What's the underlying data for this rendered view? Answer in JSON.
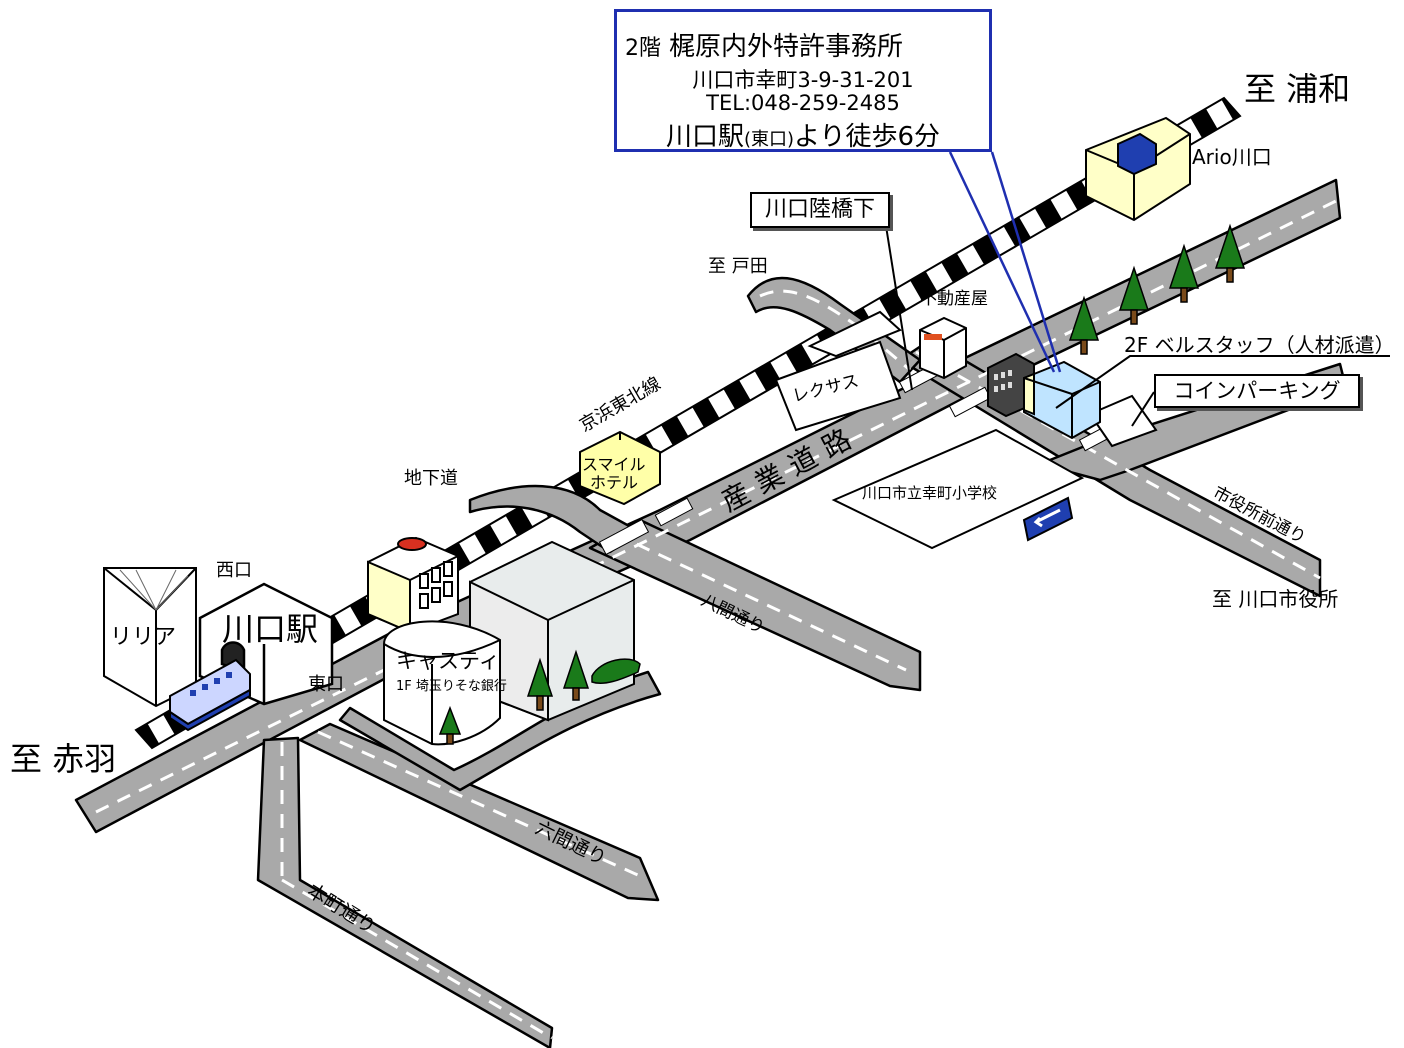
{
  "office": {
    "floor": "2階",
    "name": "梶原内外特許事務所",
    "address": "川口市幸町3-9-31-201",
    "tel": "TEL:048-259-2485",
    "station_prefix": "川口駅",
    "station_exit": "(東口)",
    "station_suffix": "より徒歩6分"
  },
  "directions": {
    "urawa": "至 浦和",
    "akabane": "至 赤羽",
    "toda": "至 戸田",
    "city_hall": "至 川口市役所"
  },
  "roads": {
    "sangyo": "産業道路",
    "hachiken": "八間通り",
    "rokken": "六間通り",
    "honcho": "本町通り",
    "shiyakusho_mae": "市役所前通り"
  },
  "landmarks": {
    "rikkyo_shita": "川口陸橋下",
    "ario": "Ario川口",
    "fudosan": "不動産屋",
    "bellstaff": "2F ベルスタッフ（人材派遣）",
    "coin_parking": "コインパーキング",
    "lexus": "レクサス",
    "keihin_tohoku": "京浜東北線",
    "smile_hotel_1": "スマイル",
    "smile_hotel_2": "ホテル",
    "chikado": "地下道",
    "school": "川口市立幸町小学校",
    "nishiguchi": "西口",
    "higashiguchi": "東口",
    "station": "川口駅",
    "riria": "リリア",
    "casty": "キャスティ",
    "resona": "1F 埼玉りそな銀行"
  },
  "colors": {
    "road": "#a9a9a9",
    "office_frame": "#1f2fb0",
    "building_yellow": "#ffffc8",
    "target_building": "#bfe4ff",
    "tree": "#1a7a1a",
    "sign_blue": "#1f3fb0"
  }
}
